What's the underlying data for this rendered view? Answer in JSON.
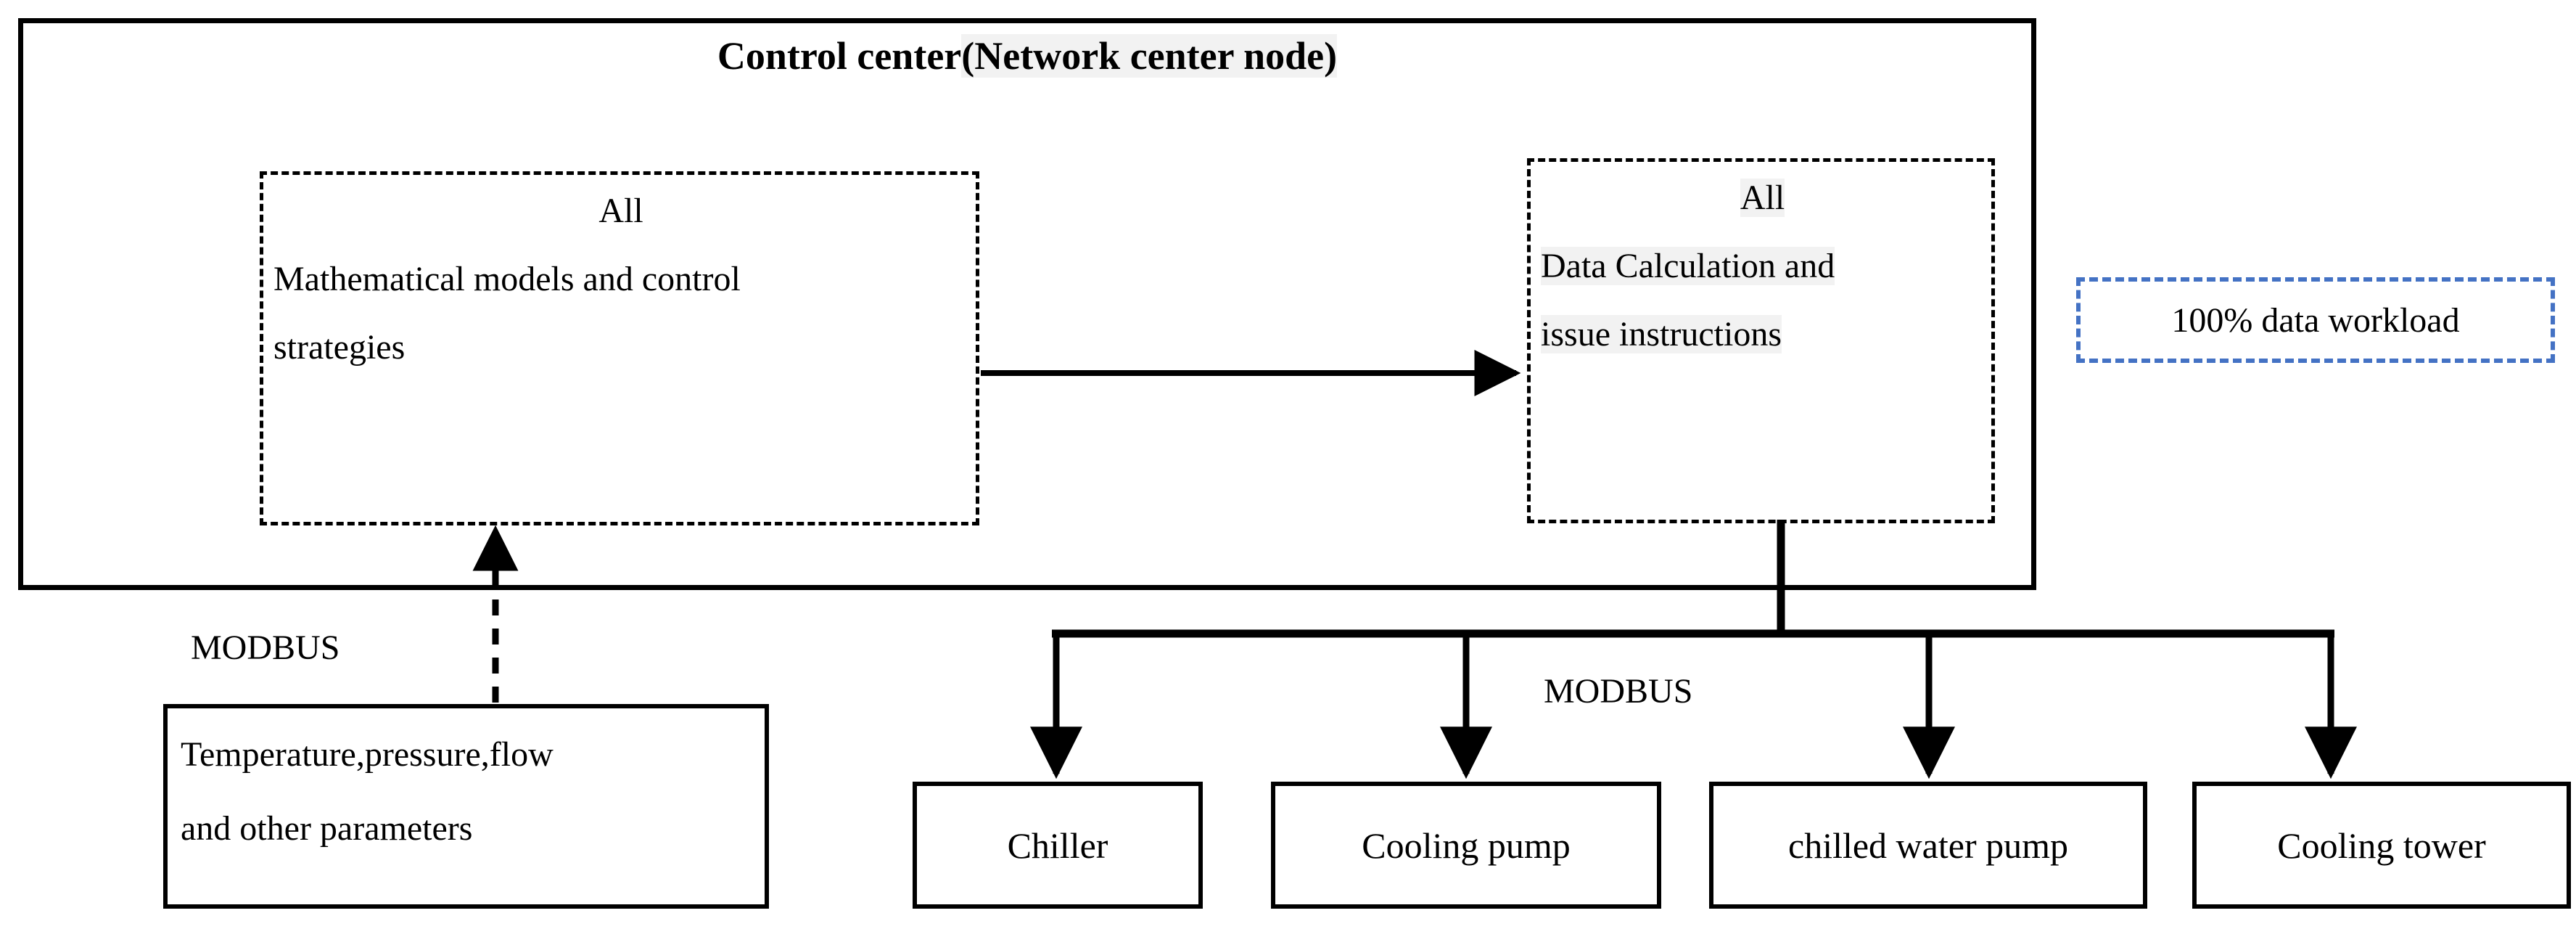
{
  "diagram": {
    "title_plain": "Control center",
    "title_highlight": "(Network center node)",
    "control_center": {
      "models_box": {
        "line_1": "All",
        "line_2": "Mathematical models and control",
        "line_3": "strategies"
      },
      "calculation_box": {
        "line_1": "All",
        "line_2": "Data Calculation and",
        "line_3": "issue instructions"
      }
    },
    "workload_badge": {
      "label": "100% data workload",
      "border_color": "#4472C4"
    },
    "parameters_box": {
      "line_1": "Temperature,pressure,flow",
      "line_2": "and other parameters"
    },
    "protocol_labels": {
      "left": "MODBUS",
      "middle": "MODBUS"
    },
    "equipment": [
      {
        "label": "Chiller"
      },
      {
        "label": "Cooling pump"
      },
      {
        "label": "chilled water pump"
      },
      {
        "label": "Cooling tower"
      }
    ],
    "colors": {
      "line": "#000000",
      "accent_blue": "#4472C4",
      "highlight_gray": "#F2F2F2",
      "background": "#FFFFFF"
    }
  }
}
